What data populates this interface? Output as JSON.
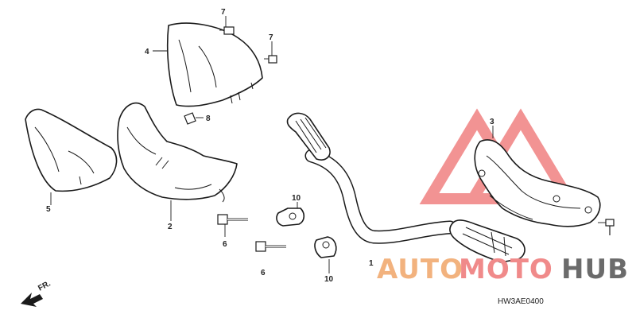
{
  "diagram": {
    "callouts": {
      "c2": "2",
      "c3": "3",
      "c4": "4",
      "c5": "5",
      "c6a": "6",
      "c6b": "6",
      "c7a": "7",
      "c7b": "7",
      "c8": "8",
      "c10a": "10",
      "c10b": "10",
      "c1": "1"
    },
    "front_marker": "FR.",
    "drawing_code": "HW3AE0400"
  },
  "watermark": {
    "part1": "AUTO",
    "part2": "MOTO",
    "part3": "HUB",
    "colors": {
      "auto": "#f2b27e",
      "moto": "#f08a8a",
      "hub": "#6b6b6b",
      "triangle": "#e83c3c"
    }
  }
}
